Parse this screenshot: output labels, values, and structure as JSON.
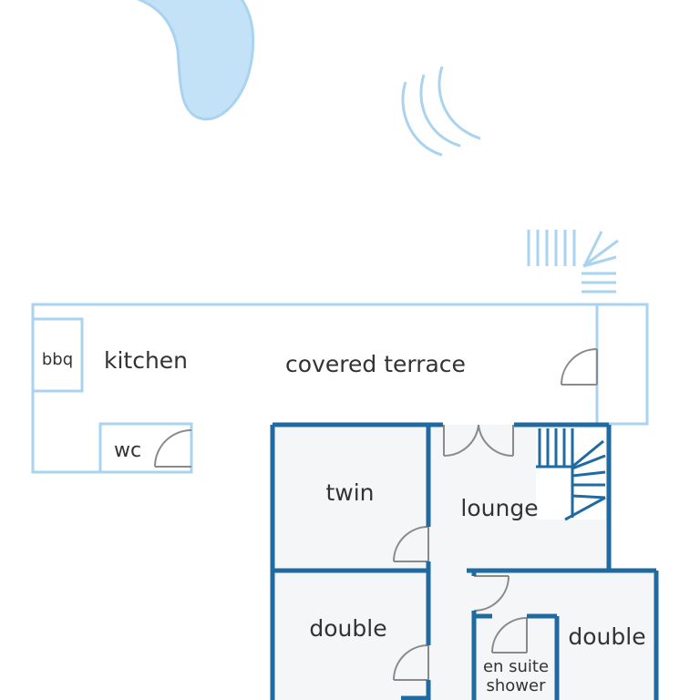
{
  "colors": {
    "outdoor": "#a9d3ef",
    "pool_fill": "#c3e2f7",
    "pool_stroke": "#a9d3ef",
    "wall": "#1f6aa0",
    "floor": "#f5f6f7",
    "door": "#8a8a8a",
    "text": "#333333"
  },
  "labels": {
    "bbq": "bbq",
    "kitchen": "kitchen",
    "covered_terrace": "covered terrace",
    "wc": "wc",
    "twin": "twin",
    "lounge": "lounge",
    "double_left": "double",
    "double_right": "double",
    "ensuite_line1": "en suite",
    "ensuite_line2": "shower"
  },
  "icons": {
    "pool": "pool-shape",
    "sunbeams": "curved-arcs",
    "outdoor_stairs": "stairs",
    "indoor_stairs": "spiral-stairs"
  }
}
